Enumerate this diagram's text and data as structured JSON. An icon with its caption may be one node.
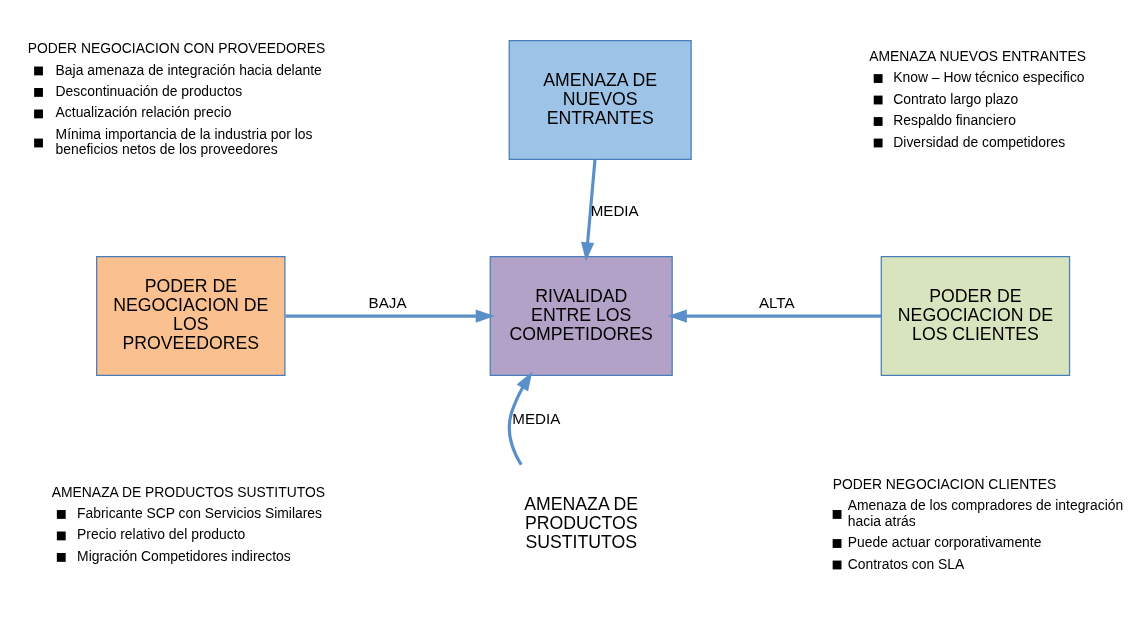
{
  "diagram": {
    "nodes": [
      {
        "text": [
          "AMENAZA DE NUEVOS ENTRANTES"
        ]
      },
      {
        "text": [
          "PODER DE NEGOCIACION DE LOS PROVEEDORES"
        ]
      },
      {
        "text": [
          "RIVALIDAD ENTRE LOS COMPETIDORES"
        ]
      },
      {
        "text": [
          "PODER DE NEGOCIACION DE LOS CLIENTES"
        ]
      },
      {
        "text": [
          "AMENAZA DE PRODUCTOS SUSTITUTOS"
        ]
      }
    ],
    "edges": [
      {
        "from": 0,
        "to": 2,
        "arrow": "to",
        "label": "MEDIA"
      },
      {
        "from": 1,
        "to": 2,
        "arrow": "to",
        "label": "BAJA"
      },
      {
        "from": 3,
        "to": 2,
        "arrow": "to",
        "label": "ALTA"
      },
      {
        "from": 4,
        "to": 2,
        "arrow": "to",
        "label": "MEDIA"
      }
    ],
    "labels": [
      "PODER NEGOCIACION CON PROVEEDORES",
      "Baja amenaza de integración hacia delante",
      "Descontinuación de productos",
      "Actualización relación precio",
      "Mínima importancia de la industria por los beneficios netos de los proveedores",
      "AMENAZA NUEVOS ENTRANTES",
      "Know – How técnico especifico",
      "Contrato largo plazo",
      "Respaldo financiero",
      "Diversidad de competidores",
      "AMENAZA DE PRODUCTOS SUSTITUTOS",
      "Fabricante SCP con Servicios Similares",
      "Precio relativo del producto",
      "Migración Competidores indirectos",
      "PODER NEGOCIACION CLIENTES",
      "Amenaza de los compradores de integración hacia atrás",
      "Puede actuar corporativamente",
      "Contratos con SLA"
    ]
  }
}
